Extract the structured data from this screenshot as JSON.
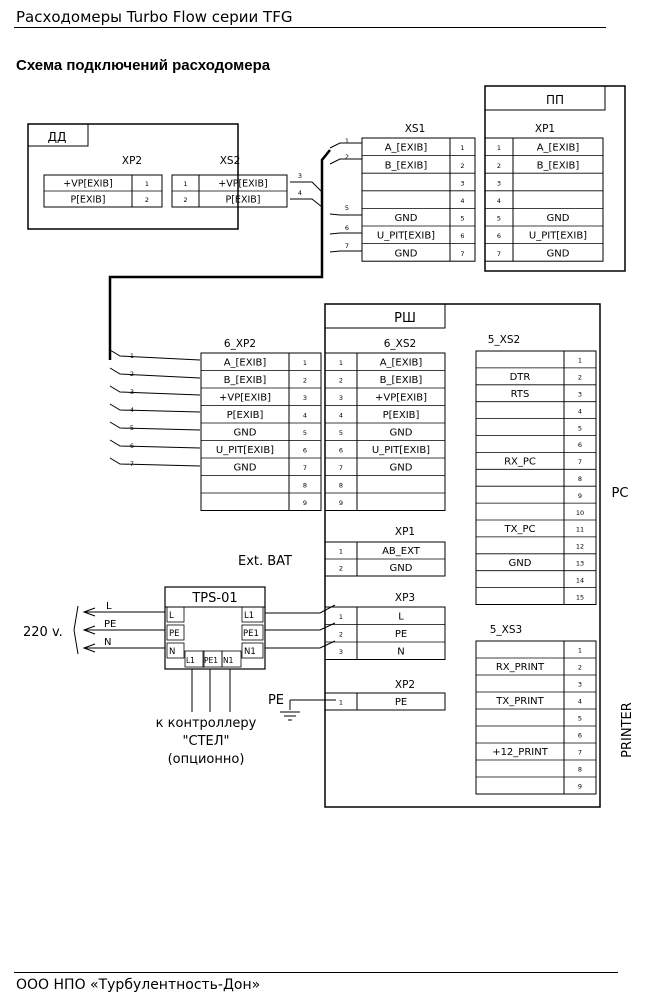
{
  "header": {
    "title": "Расходомеры Turbo Flow серии TFG",
    "subtitle": "Схема подключений расходомера",
    "footer": "ООО НПО «Турбулентность-Дон»"
  },
  "dd": {
    "label": "ДД",
    "xp2": {
      "title": "XP2",
      "rows": [
        {
          "sig": "+VP[EXIB]",
          "pin": "1"
        },
        {
          "sig": "P[EXIB]",
          "pin": "2"
        }
      ]
    },
    "xs2": {
      "title": "XS2",
      "rows": [
        {
          "sig": "+VP[EXIB]",
          "pin": "1"
        },
        {
          "sig": "P[EXIB]",
          "pin": "2"
        }
      ]
    },
    "wires": [
      "3",
      "4"
    ]
  },
  "pp": {
    "label": "ПП",
    "xs1": {
      "title": "XS1",
      "rows": [
        {
          "sig": "A_[EXIB]",
          "pin": "1"
        },
        {
          "sig": "B_[EXIB]",
          "pin": "2"
        },
        {
          "sig": "",
          "pin": "3"
        },
        {
          "sig": "",
          "pin": "4"
        },
        {
          "sig": "GND",
          "pin": "5"
        },
        {
          "sig": "U_PIT[EXIB]",
          "pin": "6"
        },
        {
          "sig": "GND",
          "pin": "7"
        }
      ]
    },
    "xp1": {
      "title": "XP1",
      "rows": [
        {
          "sig": "A_[EXIB]",
          "pin": "1"
        },
        {
          "sig": "B_[EXIB]",
          "pin": "2"
        },
        {
          "sig": "",
          "pin": "3"
        },
        {
          "sig": "",
          "pin": "4"
        },
        {
          "sig": "GND",
          "pin": "5"
        },
        {
          "sig": "U_PIT[EXIB]",
          "pin": "6"
        },
        {
          "sig": "GND",
          "pin": "7"
        }
      ]
    },
    "wires": [
      "1",
      "2",
      "5",
      "6",
      "7"
    ]
  },
  "rsh": {
    "label": "РШ",
    "xp2_6": {
      "title": "6_XP2",
      "rows": [
        {
          "sig": "A_[EXIB]",
          "pin": "1"
        },
        {
          "sig": "B_[EXIB]",
          "pin": "2"
        },
        {
          "sig": "+VP[EXIB]",
          "pin": "3"
        },
        {
          "sig": "P[EXIB]",
          "pin": "4"
        },
        {
          "sig": "GND",
          "pin": "5"
        },
        {
          "sig": "U_PIT[EXIB]",
          "pin": "6"
        },
        {
          "sig": "GND",
          "pin": "7"
        },
        {
          "sig": "",
          "pin": "8"
        },
        {
          "sig": "",
          "pin": "9"
        }
      ]
    },
    "xs2_6": {
      "title": "6_XS2",
      "rows": [
        {
          "sig": "A_[EXIB]",
          "pin": "1"
        },
        {
          "sig": "B_[EXIB]",
          "pin": "2"
        },
        {
          "sig": "+VP[EXIB]",
          "pin": "3"
        },
        {
          "sig": "P[EXIB]",
          "pin": "4"
        },
        {
          "sig": "GND",
          "pin": "5"
        },
        {
          "sig": "U_PIT[EXIB]",
          "pin": "6"
        },
        {
          "sig": "GND",
          "pin": "7"
        },
        {
          "sig": "",
          "pin": "8"
        },
        {
          "sig": "",
          "pin": "9"
        }
      ]
    },
    "wires": [
      "1",
      "2",
      "3",
      "4",
      "5",
      "6",
      "7"
    ],
    "xs2_5": {
      "title": "5_XS2",
      "side_label": "PC",
      "rows": [
        {
          "sig": "",
          "pin": "1"
        },
        {
          "sig": "DTR",
          "pin": "2"
        },
        {
          "sig": "RTS",
          "pin": "3"
        },
        {
          "sig": "",
          "pin": "4"
        },
        {
          "sig": "",
          "pin": "5"
        },
        {
          "sig": "",
          "pin": "6"
        },
        {
          "sig": "RX_PC",
          "pin": "7"
        },
        {
          "sig": "",
          "pin": "8"
        },
        {
          "sig": "",
          "pin": "9"
        },
        {
          "sig": "",
          "pin": "10"
        },
        {
          "sig": "TX_PC",
          "pin": "11"
        },
        {
          "sig": "",
          "pin": "12"
        },
        {
          "sig": "GND",
          "pin": "13"
        },
        {
          "sig": "",
          "pin": "14"
        },
        {
          "sig": "",
          "pin": "15"
        }
      ]
    },
    "xp1": {
      "title": "XP1",
      "ext_label": "Ext. BAT",
      "rows": [
        {
          "sig": "AB_EXT",
          "pin": "1"
        },
        {
          "sig": "GND",
          "pin": "2"
        }
      ]
    },
    "xp3": {
      "title": "XP3",
      "rows": [
        {
          "sig": "L",
          "pin": "1"
        },
        {
          "sig": "PE",
          "pin": "2"
        },
        {
          "sig": "N",
          "pin": "3"
        }
      ]
    },
    "xp2": {
      "title": "XP2",
      "rows": [
        {
          "sig": "PE",
          "pin": "1"
        }
      ]
    },
    "xs3_5": {
      "title": "5_XS3",
      "side_label": "PRINTER",
      "rows": [
        {
          "sig": "",
          "pin": "1"
        },
        {
          "sig": "RX_PRINT",
          "pin": "2"
        },
        {
          "sig": "",
          "pin": "3"
        },
        {
          "sig": "TX_PRINT",
          "pin": "4"
        },
        {
          "sig": "",
          "pin": "5"
        },
        {
          "sig": "",
          "pin": "6"
        },
        {
          "sig": "+12_PRINT",
          "pin": "7"
        },
        {
          "sig": "",
          "pin": "8"
        },
        {
          "sig": "",
          "pin": "9"
        }
      ]
    }
  },
  "tps": {
    "label": "TPS-01",
    "inputs": [
      "L",
      "PE",
      "N"
    ],
    "mains_label": "220 v.",
    "pe_label": "PE",
    "note": [
      "к контроллеру",
      "\"СТЕЛ\"",
      "(опционно)"
    ]
  }
}
